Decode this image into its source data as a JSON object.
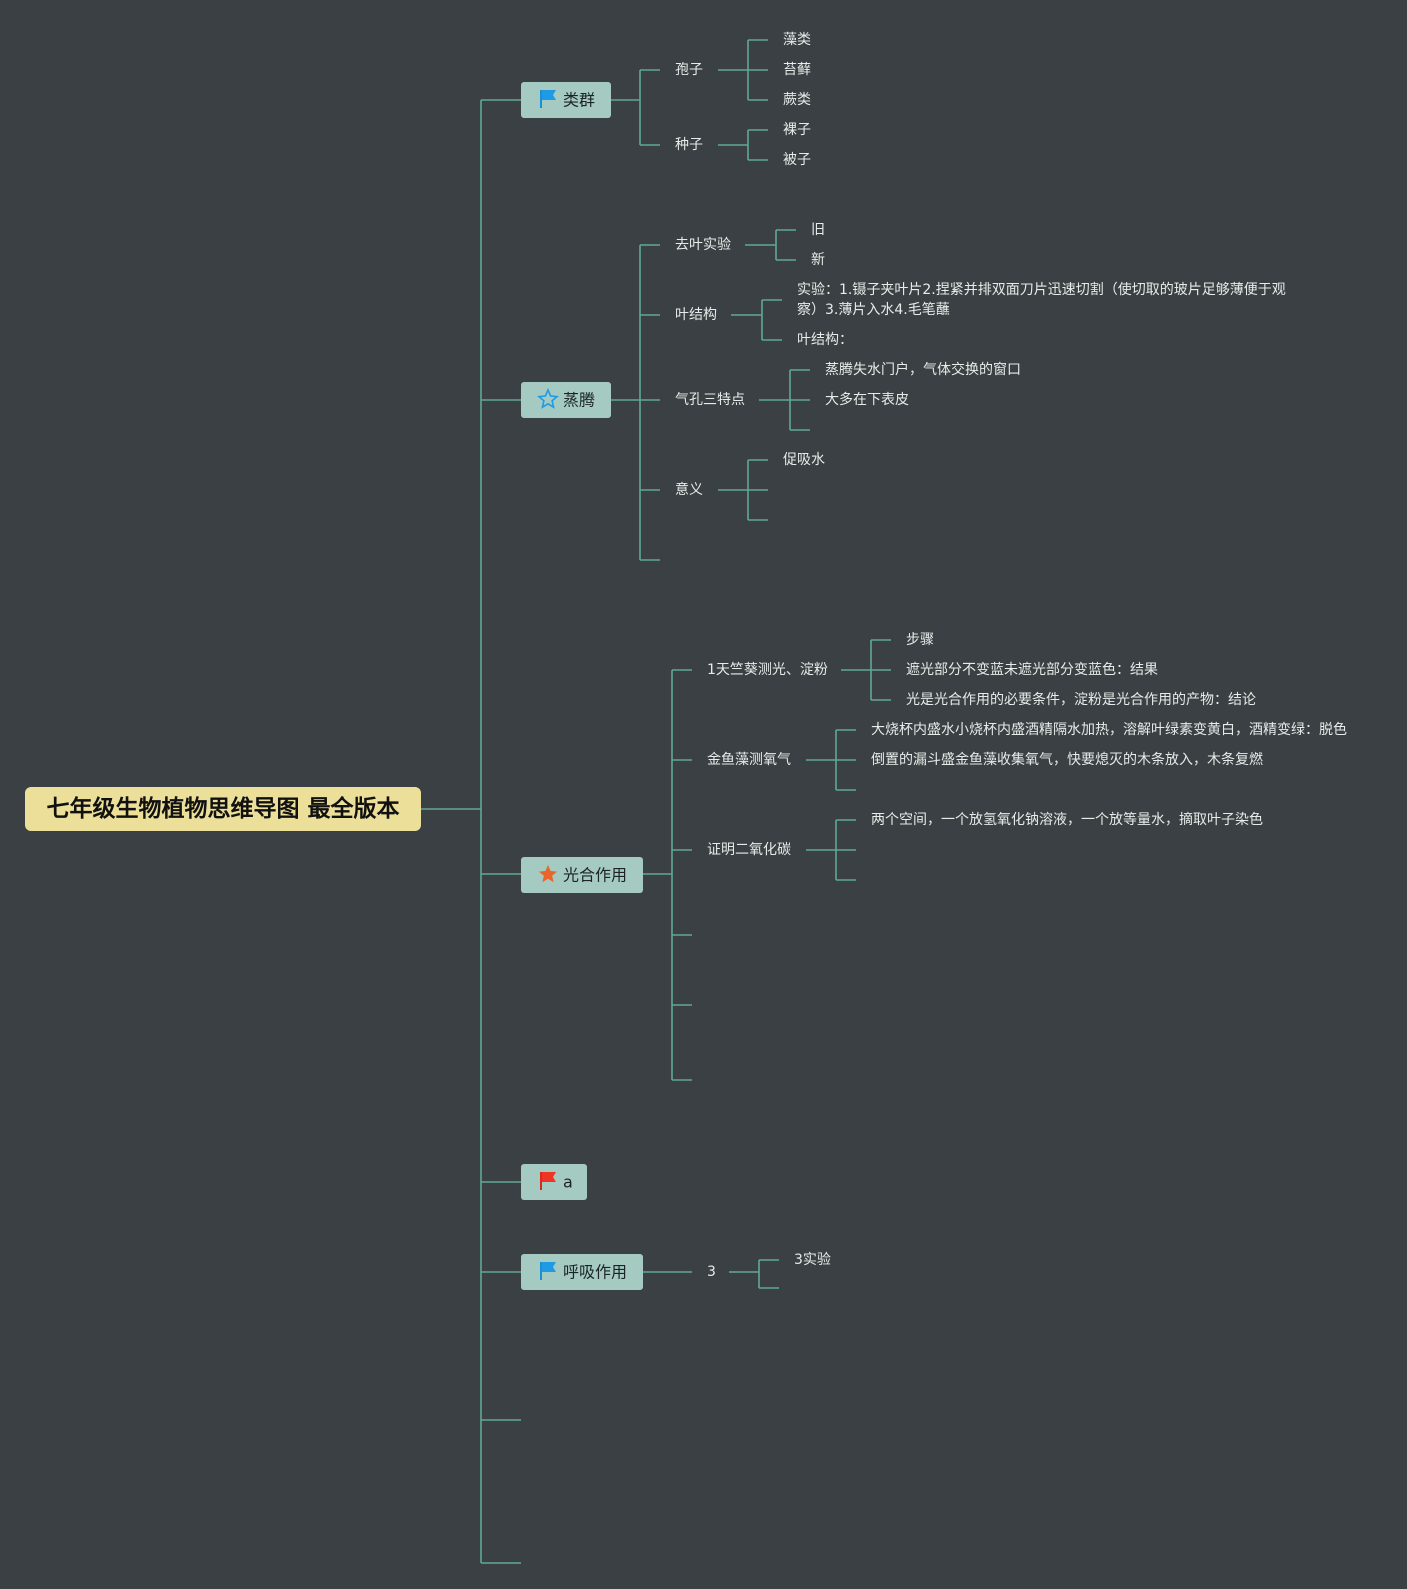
{
  "root": {
    "title": "七年级生物植物思维导图 最全版本"
  },
  "branches": {
    "leiqun": {
      "label": "类群",
      "icon": "blue-flag-icon"
    },
    "zhengteng": {
      "label": "蒸腾",
      "icon": "star-outline-icon"
    },
    "guanghe": {
      "label": "光合作用",
      "icon": "orange-star-icon"
    },
    "a": {
      "label": "a",
      "icon": "red-flag-icon"
    },
    "huxi": {
      "label": "呼吸作用",
      "icon": "blue-flag-icon"
    }
  },
  "leiqun": {
    "baozi": {
      "label": "孢子",
      "children": [
        "藻类",
        "苔藓",
        "蕨类"
      ]
    },
    "zhongzi": {
      "label": "种子",
      "children": [
        "裸子",
        "被子"
      ]
    }
  },
  "zhengteng": {
    "quye": {
      "label": "去叶实验",
      "children": [
        "旧",
        "新"
      ]
    },
    "yejiegou": {
      "label": "叶结构",
      "children": [
        "实验：1.镊子夹叶片2.捏紧并排双面刀片迅速切割（使切取的玻片足够薄便于观察）3.薄片入水4.毛笔蘸",
        "叶结构："
      ]
    },
    "qikong": {
      "label": "气孔三特点",
      "children": [
        "蒸腾失水门户，气体交换的窗口",
        "大多在下表皮"
      ]
    },
    "yiyi": {
      "label": "意义",
      "children": [
        "促吸水"
      ]
    }
  },
  "guanghe": {
    "tianzhukui": {
      "label": "1天竺葵测光、淀粉",
      "children": [
        "步骤",
        "遮光部分不变蓝未遮光部分变蓝色：结果",
        "光是光合作用的必要条件，淀粉是光合作用的产物：结论"
      ]
    },
    "jinyuzao": {
      "label": "金鱼藻测氧气",
      "children": [
        "大烧杯内盛水小烧杯内盛酒精隔水加热，溶解叶绿素变黄白，酒精变绿：脱色",
        "倒置的漏斗盛金鱼藻收集氧气，快要熄灭的木条放入，木条复燃"
      ]
    },
    "eryanghuatan": {
      "label": "证明二氧化碳",
      "children": [
        "两个空间，一个放氢氧化钠溶液，一个放等量水，摘取叶子染色"
      ]
    }
  },
  "huxi": {
    "three": {
      "label": "3",
      "children": [
        "3实验"
      ]
    }
  },
  "colors": {
    "background": "#3a4043",
    "root": "#ecdf99",
    "branch": "#a4cac2",
    "line": "#5fa895",
    "text": "#e7ebe9"
  }
}
